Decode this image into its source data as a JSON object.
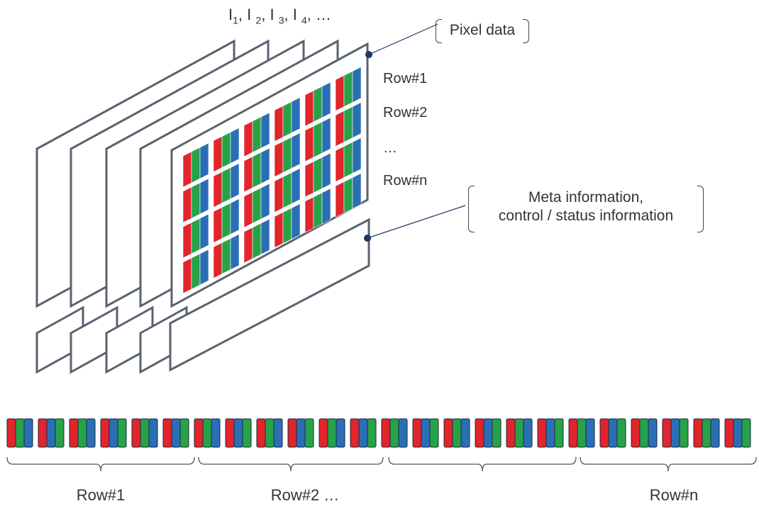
{
  "colors": {
    "red": "#e2242b",
    "green": "#27a347",
    "blue": "#2a6fb5",
    "frame": "#5a6270",
    "callout_dot": "#1f3560"
  },
  "sequence": {
    "i1": "I",
    "s1": "1",
    "i2": "I",
    "s2": "2",
    "i3": "I",
    "s3": "3",
    "i4": "I",
    "s4": "4",
    "tail": "…"
  },
  "pixel_data_label": "Pixel data",
  "row_labels": [
    "Row#1",
    "Row#2",
    "…",
    "Row#n"
  ],
  "meta_label_line1": "Meta information,",
  "meta_label_line2": "control / status information",
  "bottom_labels": {
    "row1": "Row#1",
    "row2": "Row#2 …",
    "rown": "Row#n"
  }
}
